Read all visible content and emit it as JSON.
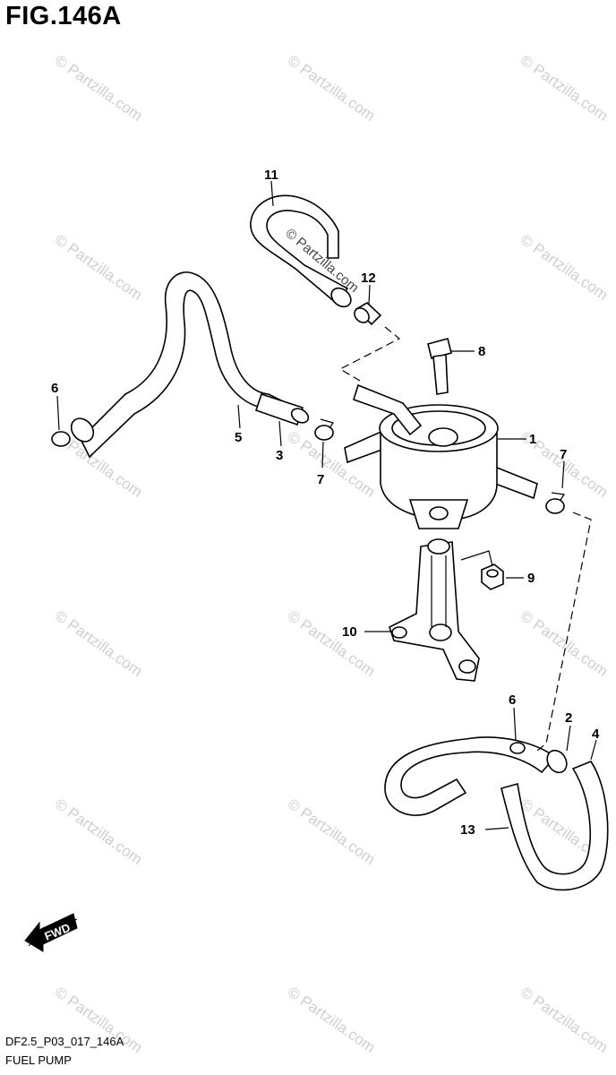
{
  "figure": {
    "title": "FIG.146A",
    "code": "DF2.5_P03_017_146A",
    "caption": "FUEL PUMP"
  },
  "watermark": {
    "text": "© Partzilla.com",
    "center_text": "© Partzilla.com"
  },
  "direction_marker": {
    "label": "FWD"
  },
  "callouts": {
    "c1": "1",
    "c2": "2",
    "c3": "3",
    "c4": "4",
    "c5": "5",
    "c6a": "6",
    "c6b": "6",
    "c7a": "7",
    "c7b": "7",
    "c8": "8",
    "c9": "9",
    "c10": "10",
    "c11": "11",
    "c12": "12",
    "c13": "13"
  }
}
